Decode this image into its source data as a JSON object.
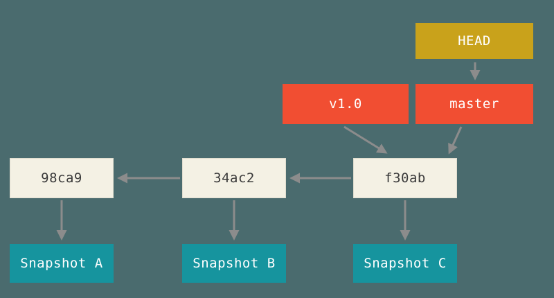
{
  "diagram": {
    "title": "git-branch-and-history-diagram",
    "head": {
      "label": "HEAD"
    },
    "branch": {
      "label": "master"
    },
    "tag": {
      "label": "v1.0"
    },
    "commits": [
      {
        "label": "98ca9"
      },
      {
        "label": "34ac2"
      },
      {
        "label": "f30ab"
      }
    ],
    "snapshots": [
      {
        "label": "Snapshot A"
      },
      {
        "label": "Snapshot B"
      },
      {
        "label": "Snapshot C"
      }
    ],
    "edges": [
      {
        "from": "HEAD",
        "to": "master"
      },
      {
        "from": "master",
        "to": "f30ab"
      },
      {
        "from": "v1.0",
        "to": "f30ab"
      },
      {
        "from": "f30ab",
        "to": "34ac2"
      },
      {
        "from": "34ac2",
        "to": "98ca9"
      },
      {
        "from": "98ca9",
        "to": "Snapshot A"
      },
      {
        "from": "34ac2",
        "to": "Snapshot B"
      },
      {
        "from": "f30ab",
        "to": "Snapshot C"
      }
    ],
    "colors": {
      "background": "#4a6b6e",
      "head_box": "#c9a21b",
      "ref_box": "#f14e32",
      "commit_box": "#f4f1e4",
      "snapshot_box": "#16949e",
      "arrow": "#8c8c8c"
    }
  }
}
